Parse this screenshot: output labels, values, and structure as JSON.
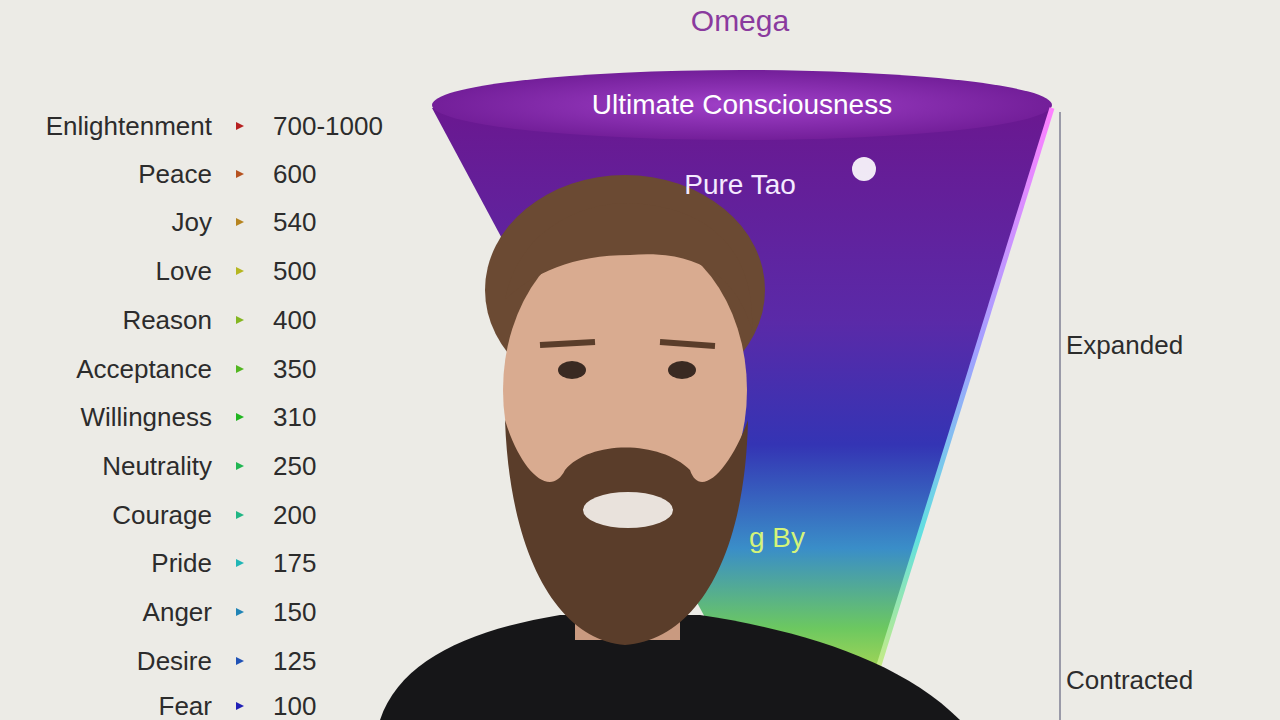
{
  "diagram": {
    "title": "Omega",
    "nodes": [
      {
        "text": [
          "Ultimate Consciousness",
          "Pure Tao",
          "g By"
        ]
      }
    ],
    "labels": [
      "Enlightenment",
      "700-1000",
      "Peace",
      "600",
      "Joy",
      "540",
      "Love",
      "500",
      "Reason",
      "400",
      "Acceptance",
      "350",
      "Willingness",
      "310",
      "Neutrality",
      "250",
      "Courage",
      "200",
      "Pride",
      "175",
      "Anger",
      "150",
      "Desire",
      "125",
      "Fear",
      "100",
      "Expanded",
      "Contracted"
    ]
  }
}
